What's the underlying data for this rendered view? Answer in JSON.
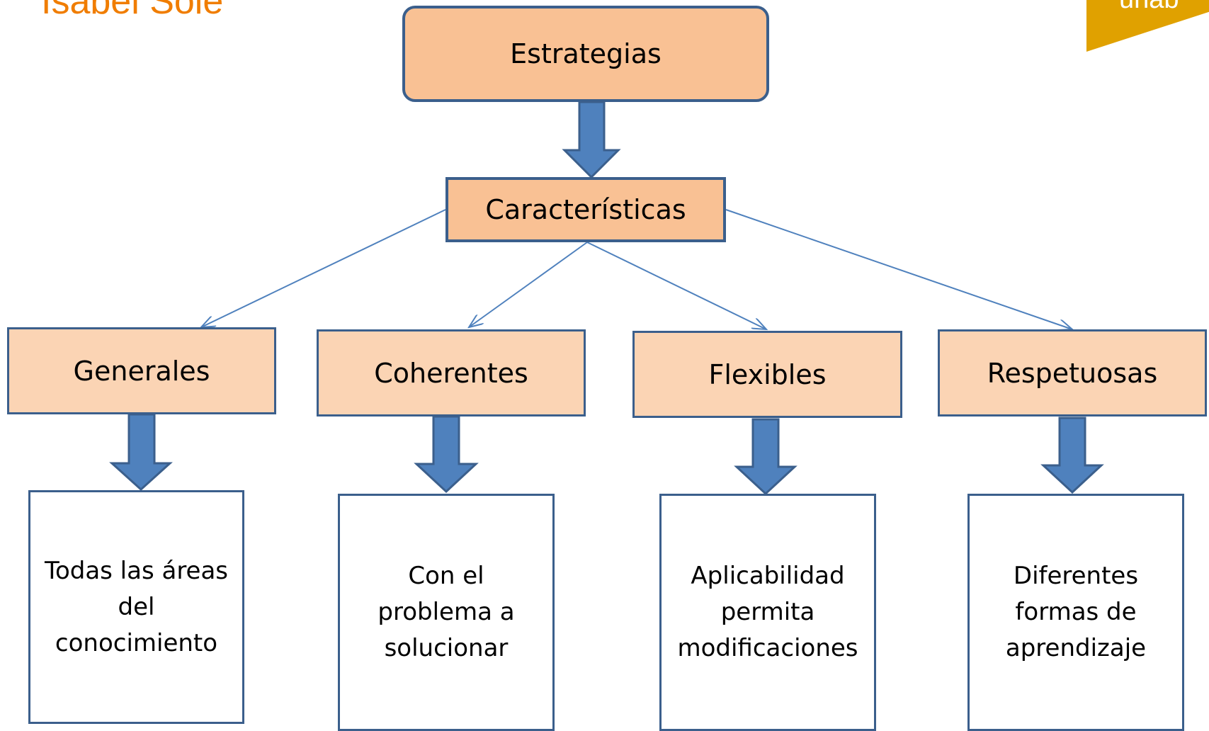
{
  "header": {
    "title": "Isabel Solé",
    "logo_text": "unab"
  },
  "diagram": {
    "root": "Estrategias",
    "middle": "Características",
    "categories": [
      "Generales",
      "Coherentes",
      "Flexibles",
      "Respetuosas"
    ],
    "descriptions": [
      [
        "Todas las áreas",
        "del",
        "conocimiento"
      ],
      [
        "Con el",
        "problema a",
        "solucionar"
      ],
      [
        "Aplicabilidad",
        "permita",
        "modificaciones"
      ],
      [
        "Diferentes",
        "formas de",
        "aprendizaje"
      ]
    ]
  },
  "colors": {
    "title": "#f07d00",
    "logo": "#e0a100",
    "box_dark_fill": "#f9c194",
    "box_light_fill": "#fbd4b4",
    "border": "#3b5f8c",
    "arrow": "#4f81bd"
  }
}
